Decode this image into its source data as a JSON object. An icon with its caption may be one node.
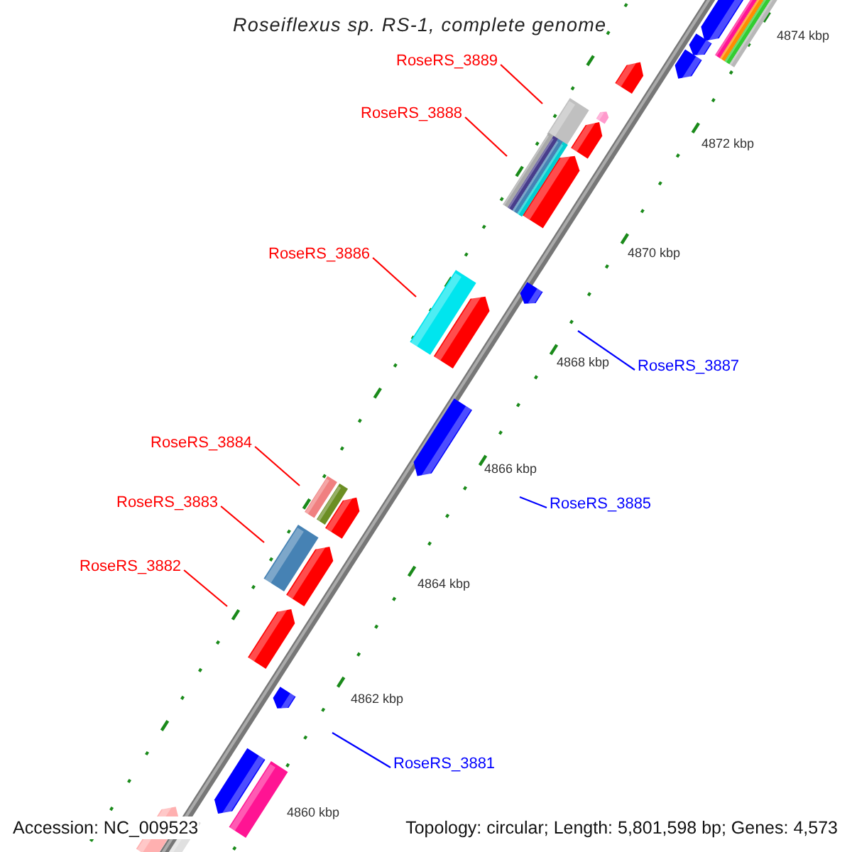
{
  "diagram": {
    "title": "Roseiflexus sp. RS-1, complete genome",
    "nodes": [
      {
        "text": [
          "RoseRS_3889"
        ]
      },
      {
        "text": [
          "RoseRS_3888"
        ]
      },
      {
        "text": [
          "RoseRS_3886"
        ]
      },
      {
        "text": [
          "RoseRS_3887"
        ]
      },
      {
        "text": [
          "RoseRS_3884"
        ]
      },
      {
        "text": [
          "RoseRS_3883"
        ]
      },
      {
        "text": [
          "RoseRS_3885"
        ]
      },
      {
        "text": [
          "RoseRS_3882"
        ]
      },
      {
        "text": [
          "RoseRS_3881"
        ]
      }
    ],
    "edges": [
      {
        "from": 0,
        "to": null,
        "arrow": "none"
      },
      {
        "from": 1,
        "to": null,
        "arrow": "none"
      },
      {
        "from": 2,
        "to": null,
        "arrow": "none"
      },
      {
        "from": 3,
        "to": null,
        "arrow": "none",
        "color": "#0000ff"
      },
      {
        "from": 4,
        "to": null,
        "arrow": "none"
      },
      {
        "from": 5,
        "to": null,
        "arrow": "none"
      },
      {
        "from": 6,
        "to": null,
        "arrow": "none",
        "color": "#0000ff"
      },
      {
        "from": 7,
        "to": null,
        "arrow": "none"
      },
      {
        "from": 8,
        "to": null,
        "arrow": "none",
        "color": "#0000ff"
      }
    ],
    "labels": [
      "4874 kbp",
      "4872 kbp",
      "4870 kbp",
      "4868 kbp",
      "4866 kbp",
      "4864 kbp",
      "4862 kbp",
      "4860 kbp",
      "Accession: NC_009523",
      "Topology: circular; Length: 5,801,598 bp; Genes: 4,573"
    ]
  }
}
